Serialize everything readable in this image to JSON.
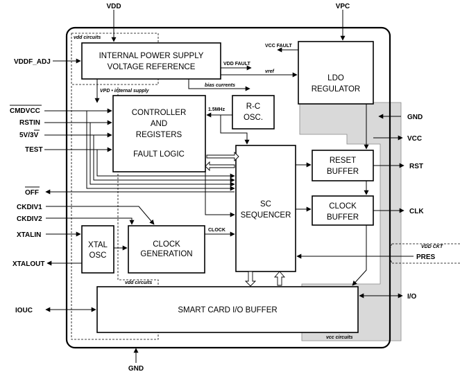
{
  "blocks": {
    "internal_supply": [
      "INTERNAL POWER SUPPLY",
      "VOLTAGE REFERENCE"
    ],
    "ldo": [
      "LDO",
      "REGULATOR"
    ],
    "controller": [
      "CONTROLLER",
      "AND",
      "REGISTERS"
    ],
    "fault_logic": "FAULT LOGIC",
    "rc_osc": [
      "R-C",
      "OSC."
    ],
    "reset_buffer": [
      "RESET",
      "BUFFER"
    ],
    "clock_buffer": [
      "CLOCK",
      "BUFFER"
    ],
    "sc_sequencer": [
      "SC",
      "SEQUENCER"
    ],
    "xtal_osc": [
      "XTAL",
      "OSC"
    ],
    "clock_generation": [
      "CLOCK",
      "GENERATION"
    ],
    "io_buffer": "SMART CARD I/O BUFFER"
  },
  "pins": {
    "vdd": "VDD",
    "vpc": "VPC",
    "vddf_adj": "VDDF_ADJ",
    "cmdvcc": "CMDVCC",
    "rstin": "RSTIN",
    "5v3v": "5V/3V",
    "test": "TEST",
    "off": "OFF",
    "ckdiv1": "CKDIV1",
    "ckdiv2": "CKDIV2",
    "xtalin": "XTALIN",
    "xtalout": "XTALOUT",
    "iouc": "IOUC",
    "gnd_bottom": "GND",
    "gnd_right": "GND",
    "vcc": "VCC",
    "rst": "RST",
    "clk": "CLK",
    "pres": "PRES",
    "io": "I/O"
  },
  "signals": {
    "vcc_fault": "VCC FAULT",
    "vdd_fault": "VDD FAULT",
    "vref": "vref",
    "bias_currents": "bias currents",
    "vpd_internal": "VPD • internal supply",
    "mhz": "1.5MHz",
    "clock": "CLOCK"
  },
  "regions": {
    "vdd_circuits_top": "vdd circuits",
    "vdd_circuits_bottom": "vdd circuits",
    "vcc_circuits": "vcc circuits",
    "vdd_ckt": "VDD CKT"
  }
}
